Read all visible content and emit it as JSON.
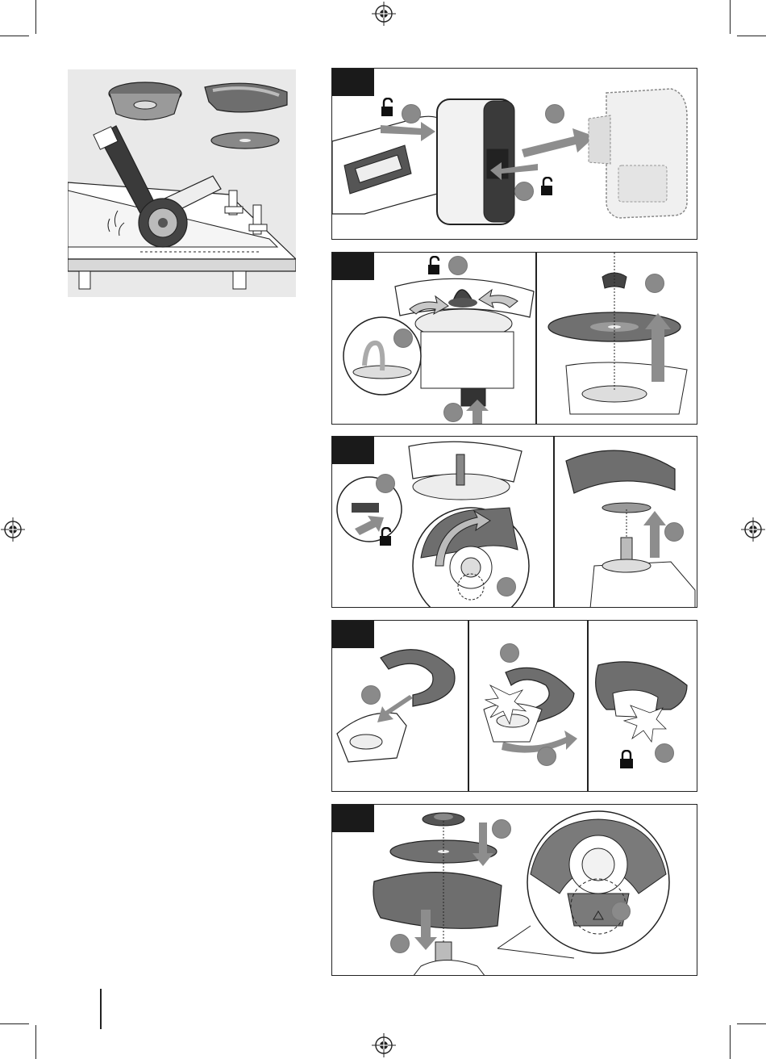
{
  "page": {
    "width": 950,
    "height": 1312,
    "background": "#ffffff"
  },
  "colors": {
    "ink": "#222222",
    "tab": "#1a1a1a",
    "panel_fill": "#e9e9e9",
    "guard_dark": "#6e6e6e",
    "guard_light": "#b9b9b9",
    "badge": "#8a8a8a",
    "arrow": "#8d8d8d"
  },
  "icons": {
    "registration_mark": "crosshair-target-icon",
    "unlocked": "padlock-open-icon",
    "locked": "padlock-closed-icon",
    "step_marker": "grey-step-circle-icon"
  },
  "illustrations": [
    "angle-grinder-cutting-on-workbench",
    "remove-battery-pack",
    "unlock-spindle-and-remove-flange-nut",
    "release-and-lift-off-guard",
    "fit-cutting-guard-extension",
    "reassemble-disc-guard-and-nut"
  ]
}
